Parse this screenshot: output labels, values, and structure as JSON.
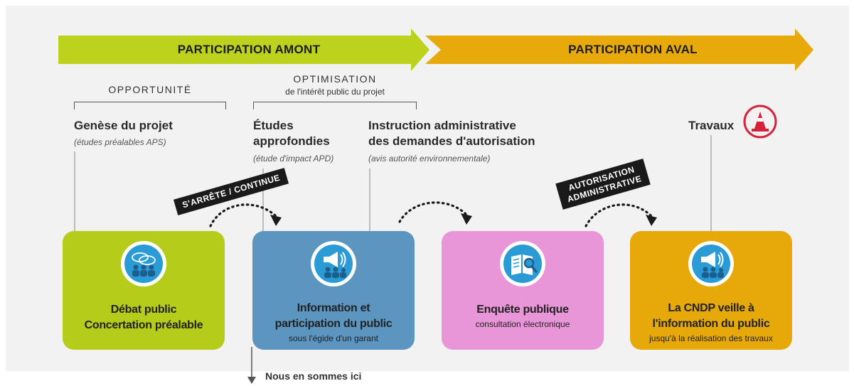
{
  "banners": {
    "amont": "PARTICIPATION AMONT",
    "aval": "PARTICIPATION AVAL"
  },
  "phases": {
    "opportunite": "OPPORTUNITÉ",
    "optimisation": "OPTIMISATION",
    "optimisation_sub": "de l'intérêt public du projet"
  },
  "steps": {
    "genese": {
      "title": "Genèse du projet",
      "note": "(études préalables APS)"
    },
    "etudes": {
      "title_line1": "Études",
      "title_line2": "approfondies",
      "note": "(étude d'impact APD)"
    },
    "instruction": {
      "title_line1": "Instruction administrative",
      "title_line2": "des demandes d'autorisation",
      "note": "(avis autorité environnementale)"
    },
    "travaux": {
      "title": "Travaux"
    }
  },
  "tags": {
    "arrete": "S'ARRÊTE / CONTINUE",
    "autorisation_line1": "AUTORISATION",
    "autorisation_line2": "ADMINISTRATIVE"
  },
  "cards": [
    {
      "title_line1": "Débat public",
      "title_line2": "Concertation préalable",
      "sub": "",
      "color": "#b5cc1a",
      "icon": "speech-bubbles-icon"
    },
    {
      "title_line1": "Information et",
      "title_line2": "participation du public",
      "sub": "sous l'égide d'un garant",
      "color": "#5b95c0",
      "icon": "megaphone-icon"
    },
    {
      "title_line1": "Enquête publique",
      "title_line2": "",
      "sub": "consultation électronique",
      "color": "#e996d9",
      "icon": "document-search-icon"
    },
    {
      "title_line1": "La CNDP veille à",
      "title_line2": "l'information du public",
      "sub": "jusqu'à la réalisation des travaux",
      "color": "#e7a80a",
      "icon": "megaphone-icon"
    }
  ],
  "colors": {
    "arrow_green": "#bcd21d",
    "arrow_orange": "#e8a90a",
    "cone_red": "#d6223b",
    "icon_blue": "#2b9bd6"
  },
  "footer": {
    "note": "Nous en sommes ici"
  }
}
